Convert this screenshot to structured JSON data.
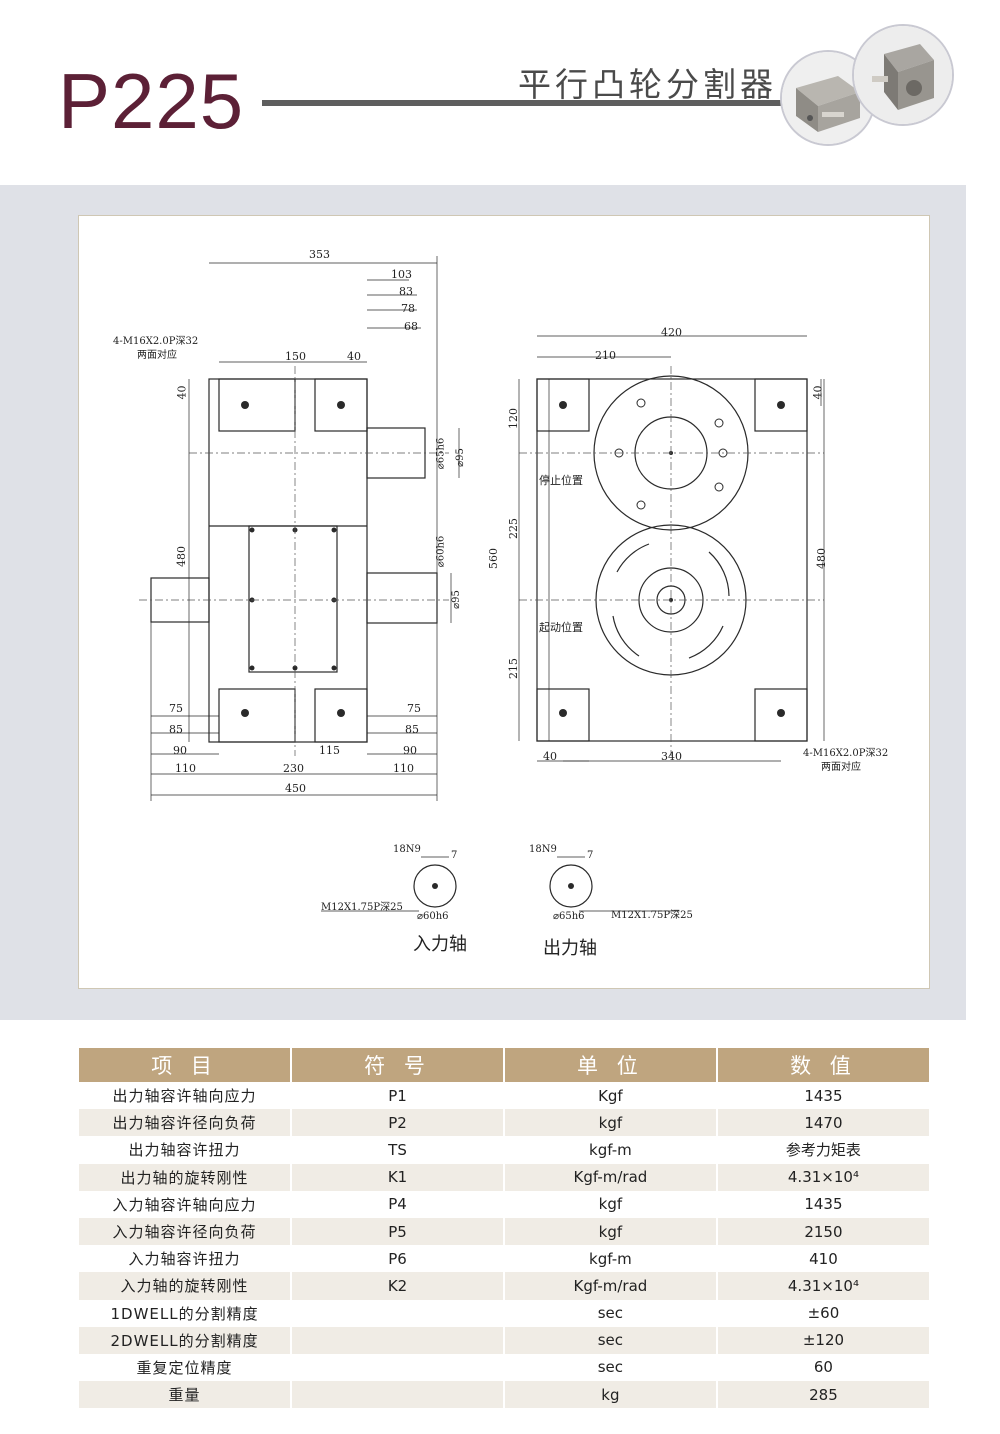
{
  "header": {
    "model": "P225",
    "product_title": "平行凸轮分割器"
  },
  "drawing": {
    "front_dims": {
      "d353": "353",
      "d103": "103",
      "d83": "83",
      "d78": "78",
      "d68": "68",
      "d150": "150",
      "d40_top": "40",
      "d40_left": "40",
      "d480": "480",
      "d65h6": "⌀65h6",
      "d95_top": "⌀95",
      "d60h6": "⌀60h6",
      "d95_mid": "⌀95",
      "d75_l": "75",
      "d85_l": "85",
      "d90_l": "90",
      "d110_l": "110",
      "d115": "115",
      "d230": "230",
      "d75_r": "75",
      "d85_r": "85",
      "d90_r": "90",
      "d110_r": "110",
      "d450": "450"
    },
    "hole_note_line1": "4-M16X2.0P深32",
    "hole_note_line2": "两面对应",
    "side_dims": {
      "d420": "420",
      "d210": "210",
      "d40_r": "40",
      "d120": "120",
      "d225": "225",
      "d560": "560",
      "d480_r": "480",
      "d215": "215",
      "d40_b": "40",
      "d340": "340"
    },
    "stop_position": "停止位置",
    "start_position": "起动位置",
    "input_shaft": {
      "key": "18N9",
      "depth": "7",
      "thread": "M12X1.75P深25",
      "diameter": "⌀60h6",
      "label": "入力轴"
    },
    "output_shaft": {
      "key": "18N9",
      "depth": "7",
      "thread": "M12X1.75P深25",
      "diameter": "⌀65h6",
      "label": "出力轴"
    }
  },
  "table": {
    "headers": [
      "项 目",
      "符 号",
      "单 位",
      "数 值"
    ],
    "rows": [
      {
        "item": "出力轴容许轴向应力",
        "symbol": "P1",
        "unit": "Kgf",
        "value": "1435"
      },
      {
        "item": "出力轴容许径向负荷",
        "symbol": "P2",
        "unit": "kgf",
        "value": "1470"
      },
      {
        "item": "出力轴容许扭力",
        "symbol": "TS",
        "unit": "kgf-m",
        "value": "参考力矩表"
      },
      {
        "item": "出力轴的旋转刚性",
        "symbol": "K1",
        "unit": "Kgf-m/rad",
        "value": "4.31×10⁴"
      },
      {
        "item": "入力轴容许轴向应力",
        "symbol": "P4",
        "unit": "kgf",
        "value": "1435"
      },
      {
        "item": "入力轴容许径向负荷",
        "symbol": "P5",
        "unit": "kgf",
        "value": "2150"
      },
      {
        "item": "入力轴容许扭力",
        "symbol": "P6",
        "unit": "kgf-m",
        "value": "410"
      },
      {
        "item": "入力轴的旋转刚性",
        "symbol": "K2",
        "unit": "Kgf-m/rad",
        "value": "4.31×10⁴"
      },
      {
        "item": "1DWELL的分割精度",
        "symbol": "",
        "unit": "sec",
        "value": "±60"
      },
      {
        "item": "2DWELL的分割精度",
        "symbol": "",
        "unit": "sec",
        "value": "±120"
      },
      {
        "item": "重复定位精度",
        "symbol": "",
        "unit": "sec",
        "value": "60"
      },
      {
        "item": "重量",
        "symbol": "",
        "unit": "kg",
        "value": "285"
      }
    ]
  },
  "colors": {
    "model": "#5c2036",
    "table_header": "#bfa57f",
    "band": "#dfe1e7",
    "row_alt": "#f0ece5"
  }
}
